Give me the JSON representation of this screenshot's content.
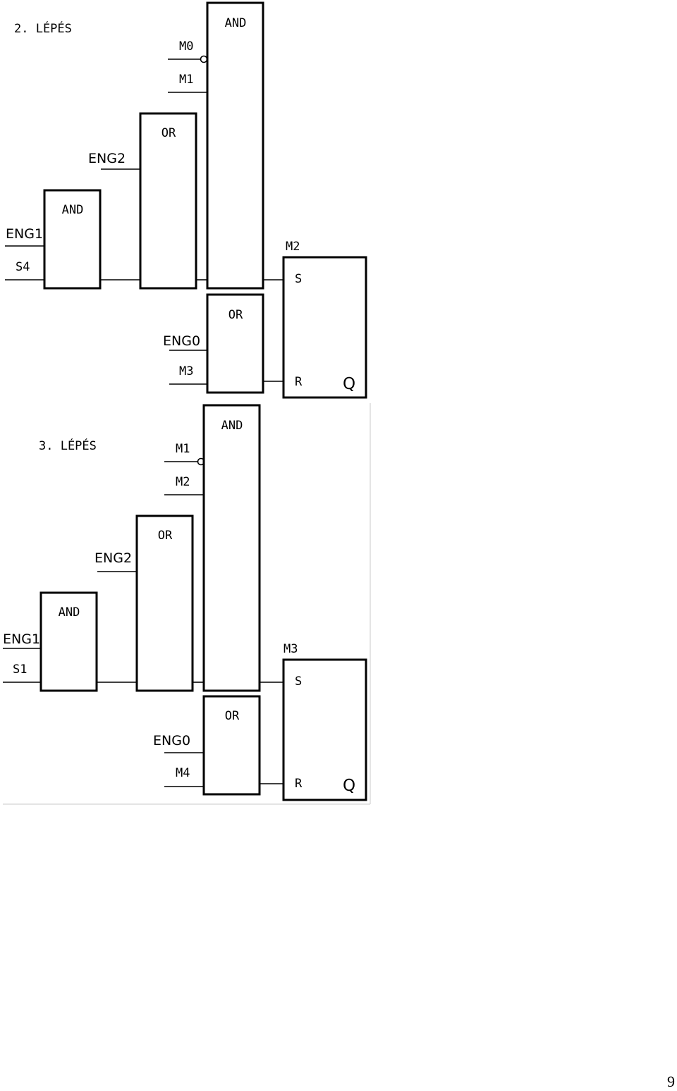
{
  "step2": {
    "title": "2. LÉPÉS",
    "and_top": "AND",
    "in_m0": "M0",
    "in_m1": "M1",
    "or_mid": "OR",
    "in_eng2": "ENG2",
    "and_left": "AND",
    "in_eng1": "ENG1",
    "in_s4": "S4",
    "sr_name": "M2",
    "sr_s": "S",
    "sr_r": "R",
    "sr_q": "Q",
    "or_bottom": "OR",
    "in_eng0": "ENG0",
    "in_m3": "M3"
  },
  "step3": {
    "title": "3. LÉPÉS",
    "and_top": "AND",
    "in_m1": "M1",
    "in_m2": "M2",
    "or_mid": "OR",
    "in_eng2": "ENG2",
    "and_left": "AND",
    "in_eng1": "ENG1",
    "in_s1": "S1",
    "sr_name": "M3",
    "sr_s": "S",
    "sr_r": "R",
    "sr_q": "Q",
    "or_bottom": "OR",
    "in_eng0": "ENG0",
    "in_m4": "M4"
  },
  "page_number": "9"
}
